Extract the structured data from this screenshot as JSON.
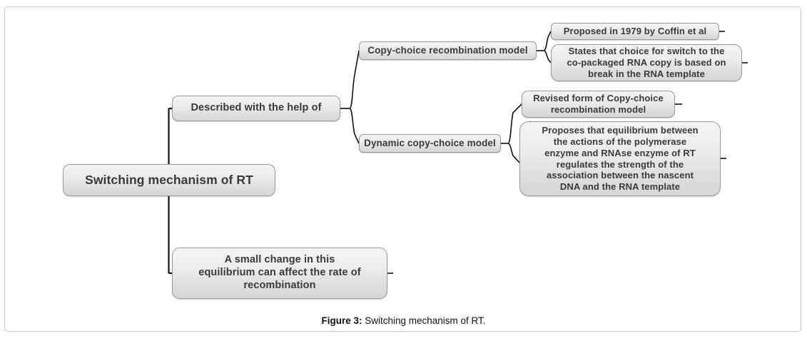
{
  "figure": {
    "caption_label": "Figure 3:",
    "caption_text": " Switching mechanism of RT.",
    "frame_border_color": "#c9c9c9",
    "node_border_color": "#9a9a9a",
    "node_text_color": "#3a3a3a",
    "connector_color": "#000000",
    "background_color": "#ffffff"
  },
  "diagram": {
    "type": "mind-map",
    "root": {
      "label": "Switching mechanism of RT"
    },
    "branches": [
      {
        "label": "Described with the help of",
        "children": [
          {
            "label": "Copy-choice recombination model",
            "children": [
              {
                "label": "Proposed in 1979 by Coffin et al"
              },
              {
                "label": "States that choice for switch to the\nco-packaged RNA copy  is based on\nbreak in the RNA template"
              }
            ]
          },
          {
            "label": "Dynamic copy-choice model",
            "children": [
              {
                "label": "Revised form of Copy-choice\nrecombination model"
              },
              {
                "label": "Proposes that equilibrium between\nthe actions of the polymerase\nenzyme and RNAse enzyme of RT\nregulates the strength of the\nassociation between the nascent\nDNA and the RNA template"
              }
            ]
          }
        ]
      },
      {
        "label": "A small change in this\nequilibrium can affect the rate of\nrecombination",
        "children": []
      }
    ]
  }
}
